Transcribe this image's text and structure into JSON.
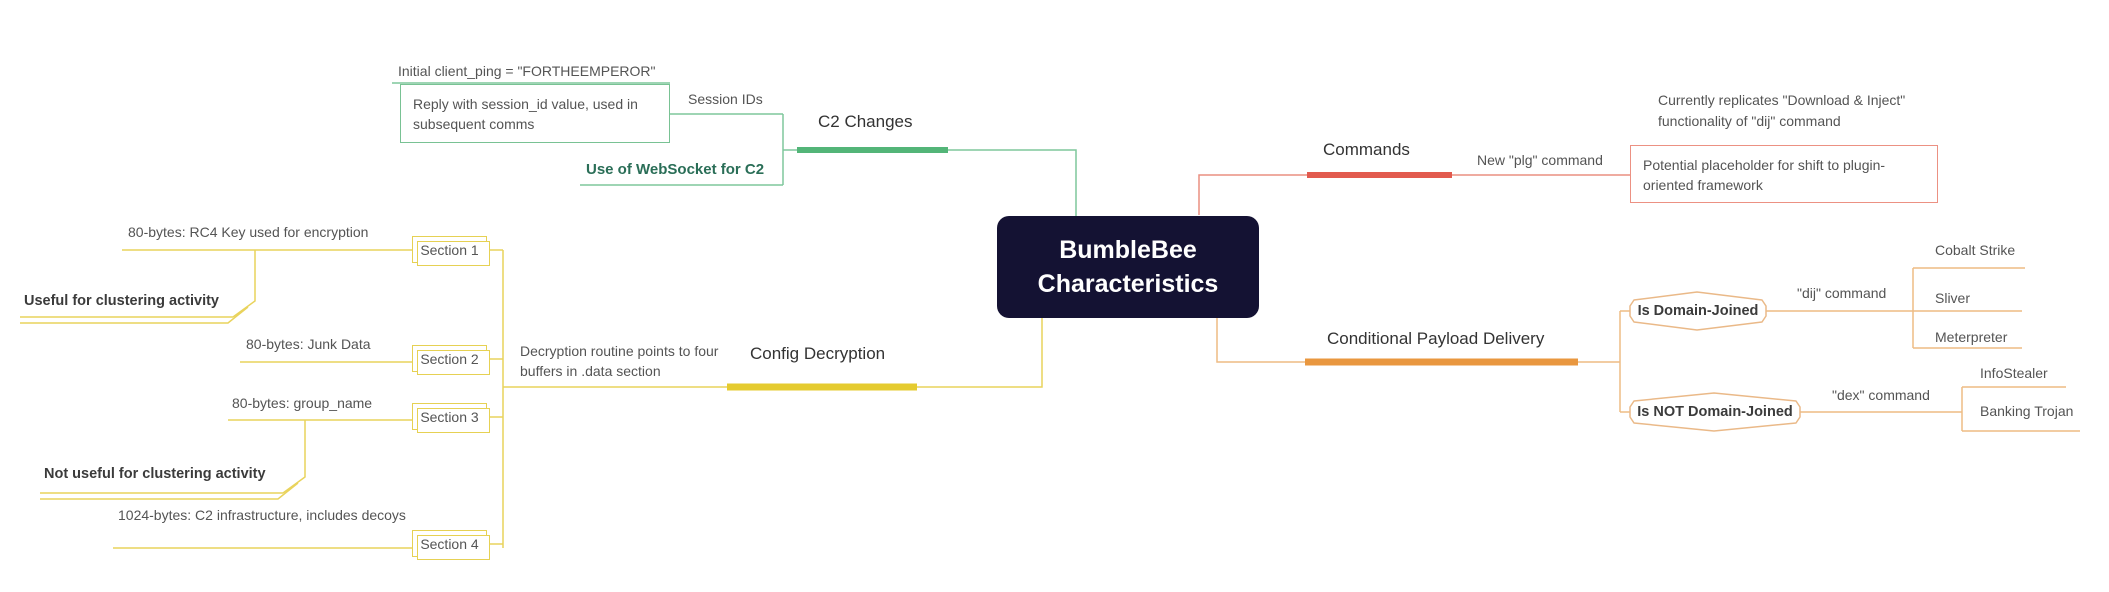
{
  "center": {
    "title": "BumbleBee Characteristics",
    "bg_color": "#141233"
  },
  "c2": {
    "topic": "C2 Changes",
    "accent": "#53b578",
    "websocket": "Use of WebSocket for C2",
    "session_ids": "Session IDs",
    "client_ping": "Initial client_ping = \"FORTHEEMPEROR\"",
    "reply": "Reply with session_id value, used in subsequent comms"
  },
  "commands": {
    "topic": "Commands",
    "accent": "#e25a4e",
    "plg": "New \"plg\" command",
    "replicates": "Currently replicates \"Download & Inject\" functionality of \"dij\" command",
    "placeholder": "Potential placeholder for shift to plugin-oriented framework"
  },
  "payload": {
    "topic": "Conditional Payload Delivery",
    "accent": "#e9973f",
    "domain_joined": "Is Domain-Joined",
    "not_domain_joined": "Is NOT Domain-Joined",
    "dij": "\"dij\" command",
    "dex": "\"dex\" command",
    "dij_payloads": [
      "Cobalt Strike",
      "Sliver",
      "Meterpreter"
    ],
    "dex_payloads": [
      "InfoStealer",
      "Banking Trojan"
    ]
  },
  "config": {
    "topic": "Config Decryption",
    "accent": "#e5cb2f",
    "routine": "Decryption routine points to four buffers in .data section",
    "useful": "Useful for clustering activity",
    "not_useful": "Not useful for clustering activity",
    "sections": [
      {
        "label": "Section 1",
        "note": "80-bytes: RC4 Key used for encryption"
      },
      {
        "label": "Section 2",
        "note": "80-bytes: Junk Data"
      },
      {
        "label": "Section 3",
        "note": "80-bytes: group_name"
      },
      {
        "label": "Section 4",
        "note": "1024-bytes: C2 infrastructure, includes decoys"
      }
    ]
  }
}
